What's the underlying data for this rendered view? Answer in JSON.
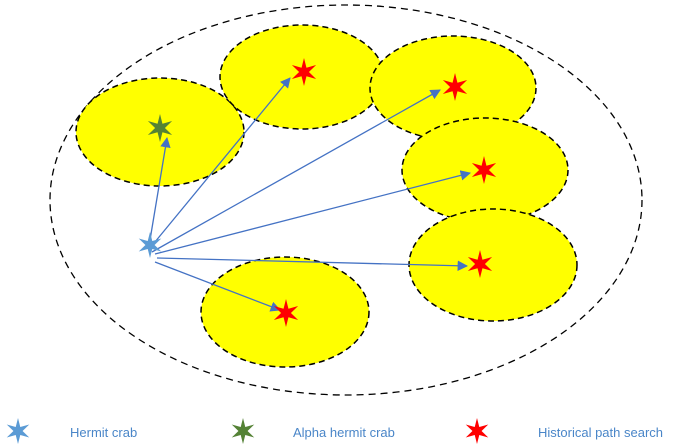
{
  "legend": [
    {
      "label": "Hermit crab",
      "color": "#5b9bd5",
      "icon": "star-icon"
    },
    {
      "label": "Alpha hermit crab",
      "color": "#548235",
      "icon": "star-icon"
    },
    {
      "label": "Historical path search",
      "color": "#ff0000",
      "icon": "star-icon"
    }
  ],
  "colors": {
    "region_fill": "#ffff00",
    "outline": "#000000",
    "arrow": "#4472c4",
    "legend_text": "#4a86c8"
  }
}
